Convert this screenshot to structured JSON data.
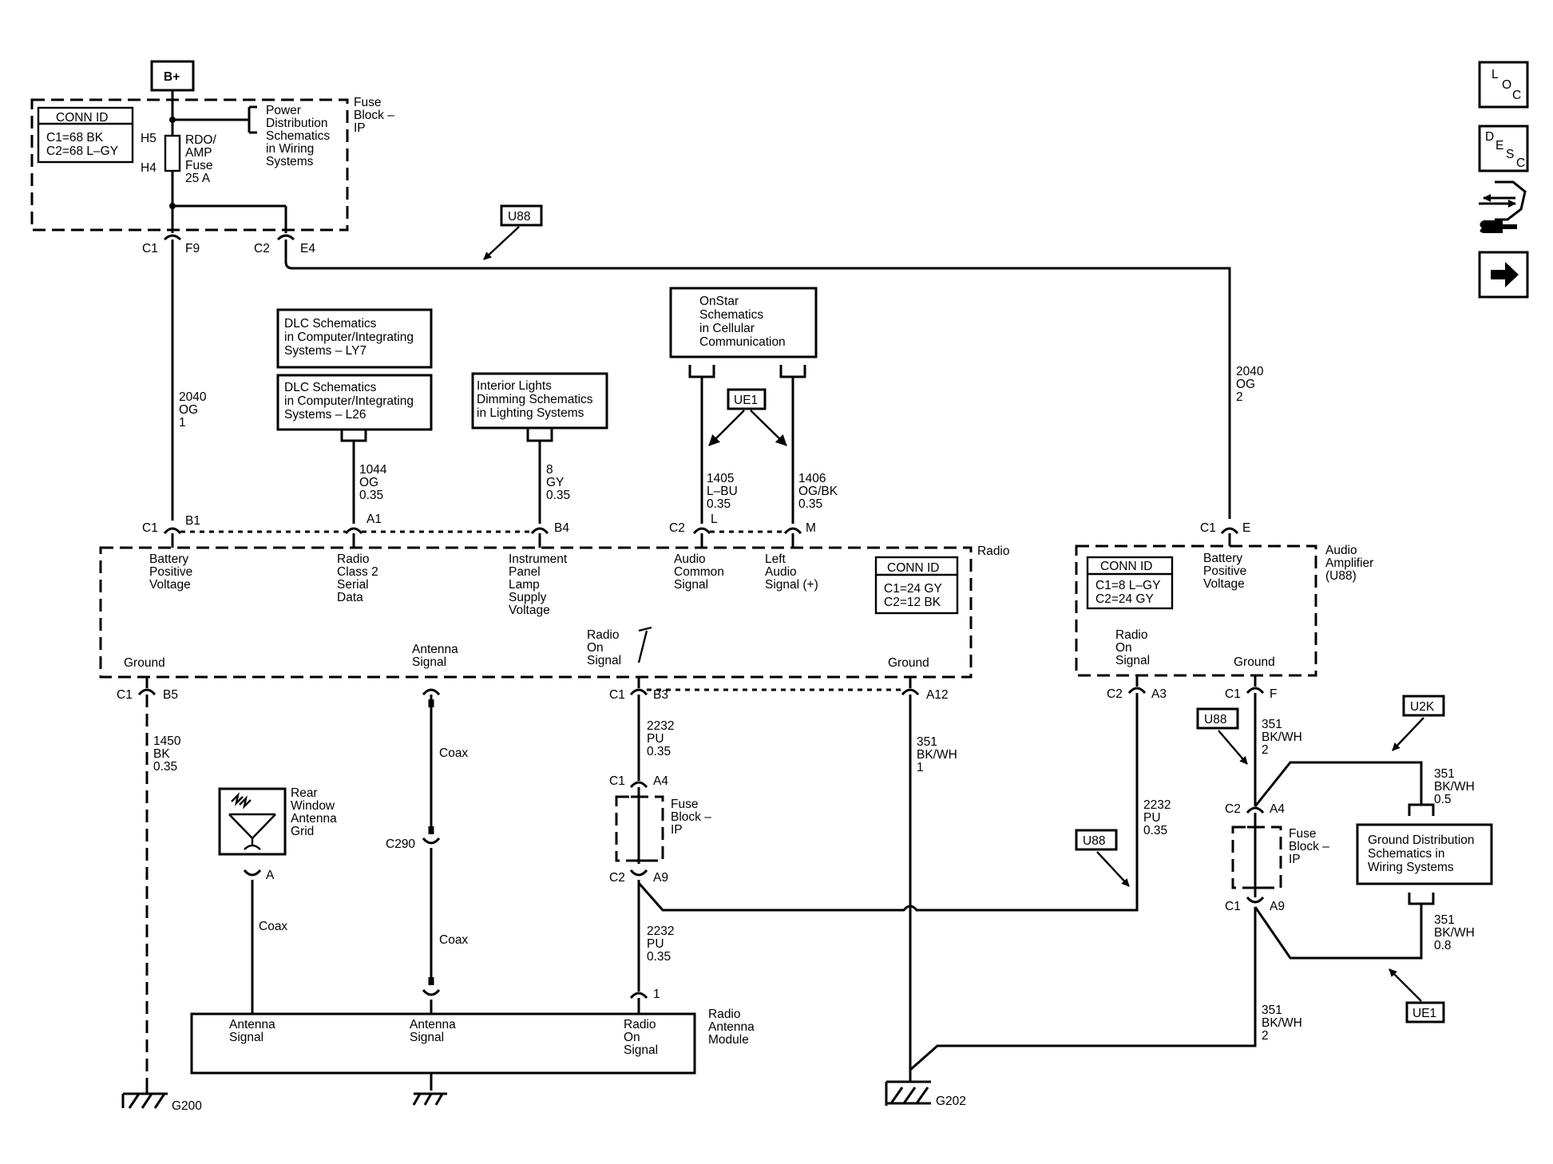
{
  "bplus": "B+",
  "fuse_block": {
    "name": [
      "Fuse",
      "Block –",
      "IP"
    ],
    "conn_id": {
      "title": "CONN ID",
      "lines": [
        "C1=68 BK",
        "C2=68 L–GY"
      ]
    },
    "h5": "H5",
    "h4": "H4",
    "fuse_label": [
      "RDO/",
      "AMP",
      "Fuse",
      "25 A"
    ],
    "power_dist": [
      "Power",
      "Distribution",
      "Schematics",
      "in Wiring",
      "Systems"
    ]
  },
  "connectors": {
    "c1": "C1",
    "f9": "F9",
    "c2": "C2",
    "e4": "E4",
    "b1": "B1",
    "a1": "A1",
    "b4": "B4",
    "l": "L",
    "m": "M",
    "e": "E",
    "b5": "B5",
    "b3": "B3",
    "a12": "A12",
    "a3": "A3",
    "f": "F",
    "a4": "A4",
    "a9": "A9",
    "a": "A",
    "one": "1",
    "c290": "C290"
  },
  "option_tags": {
    "u88": "U88",
    "ue1": "UE1",
    "u2k": "U2K"
  },
  "wires": {
    "w2040_1": [
      "2040",
      "OG",
      "1"
    ],
    "w2040_2": [
      "2040",
      "OG",
      "2"
    ],
    "w1044": [
      "1044",
      "OG",
      "0.35"
    ],
    "w8": [
      "8",
      "GY",
      "0.35"
    ],
    "w1405": [
      "1405",
      "L–BU",
      "0.35"
    ],
    "w1406": [
      "1406",
      "OG/BK",
      "0.35"
    ],
    "w1450": [
      "1450",
      "BK",
      "0.35"
    ],
    "w2232": [
      "2232",
      "PU",
      "0.35"
    ],
    "w351_1": [
      "351",
      "BK/WH",
      "1"
    ],
    "w351_2": [
      "351",
      "BK/WH",
      "2"
    ],
    "w351_05": [
      "351",
      "BK/WH",
      "0.5"
    ],
    "w351_08": [
      "351",
      "BK/WH",
      "0.8"
    ],
    "coax": "Coax"
  },
  "ref_boxes": {
    "dlc_ly7": [
      "DLC Schematics",
      "in Computer/Integrating",
      "Systems – LY7"
    ],
    "dlc_l26": [
      "DLC Schematics",
      "in Computer/Integrating",
      "Systems – L26"
    ],
    "interior": [
      "Interior Lights",
      "Dimming Schematics",
      "in Lighting Systems"
    ],
    "onstar": [
      "OnStar",
      "Schematics",
      "in Cellular",
      "Communication"
    ],
    "ground_dist": [
      "Ground Distribution",
      "Schematics in",
      "Wiring Systems"
    ]
  },
  "radio": {
    "name": "Radio",
    "pins": {
      "battery": [
        "Battery",
        "Positive",
        "Voltage"
      ],
      "class2": [
        "Radio",
        "Class 2",
        "Serial",
        "Data"
      ],
      "ip_lamp": [
        "Instrument",
        "Panel",
        "Lamp",
        "Supply",
        "Voltage"
      ],
      "audio_common": [
        "Audio",
        "Common",
        "Signal"
      ],
      "left_audio": [
        "Left",
        "Audio",
        "Signal (+)"
      ],
      "ground_l": "Ground",
      "antenna": [
        "Antenna",
        "Signal"
      ],
      "radio_on": [
        "Radio",
        "On",
        "Signal"
      ],
      "ground_r": "Ground"
    },
    "conn_id": {
      "title": "CONN ID",
      "lines": [
        "C1=24 GY",
        "C2=12 BK"
      ]
    }
  },
  "amplifier": {
    "name": [
      "Audio",
      "Amplifier",
      "(U88)"
    ],
    "conn_id": {
      "title": "CONN ID",
      "lines": [
        "C1=8 L–GY",
        "C2=24 GY"
      ]
    },
    "battery": [
      "Battery",
      "Positive",
      "Voltage"
    ],
    "radio_on": [
      "Radio",
      "On",
      "Signal"
    ],
    "ground": "Ground"
  },
  "fuse_block_small": [
    "Fuse",
    "Block –",
    "IP"
  ],
  "rear_antenna": [
    "Rear",
    "Window",
    "Antenna",
    "Grid"
  ],
  "ram": {
    "name": [
      "Radio",
      "Antenna",
      "Module"
    ],
    "antenna1": [
      "Antenna",
      "Signal"
    ],
    "antenna2": [
      "Antenna",
      "Signal"
    ],
    "radio_on": [
      "Radio",
      "On",
      "Signal"
    ]
  },
  "grounds": {
    "g200": "G200",
    "g202": "G202"
  },
  "nav": {
    "loc": "LOC",
    "desc": "DESC"
  }
}
